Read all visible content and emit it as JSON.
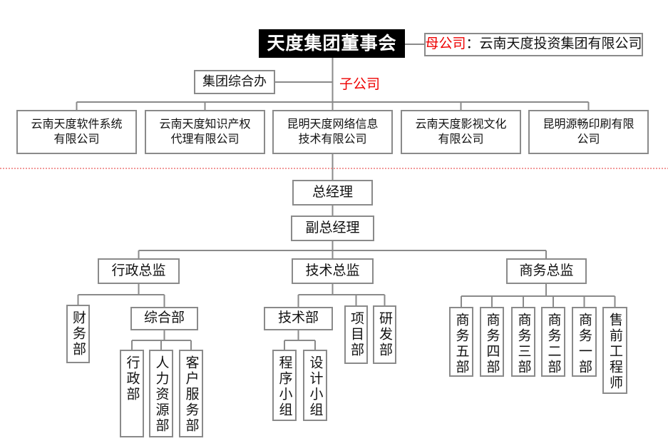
{
  "colors": {
    "accent_red": "#ee0000",
    "dotted_line_red": "#f29999",
    "connector_gray": "#8a8a8a",
    "board_box_bg": "#000000"
  },
  "board": {
    "label": "天度集团董事会"
  },
  "parent_company": {
    "prefix": "母公司",
    "rest": "：云南天度投资集团有限公司"
  },
  "group_office": {
    "label": "集团综合办"
  },
  "subsidiary_label": "子公司",
  "subsidiaries": [
    {
      "line1": "云南天度软件系统",
      "line2": "有限公司"
    },
    {
      "line1": "云南天度知识产权",
      "line2": "代理有限公司"
    },
    {
      "line1": "昆明天度网络信息",
      "line2": "技术有限公司"
    },
    {
      "line1": "云南天度影视文化",
      "line2": "有限公司"
    },
    {
      "line1": "昆明源畅印刷有限",
      "line2": "公司"
    }
  ],
  "management": {
    "general_manager": "总经理",
    "deputy_general_manager": "副总经理"
  },
  "directors": {
    "admin": "行政总监",
    "tech": "技术总监",
    "business": "商务总监"
  },
  "admin_branch": {
    "finance": "财务部",
    "general_affairs": "综合部",
    "administration": "行政部",
    "human_resources": "人力资源部",
    "customer_service": "客户服务部"
  },
  "tech_branch": {
    "tech_dept": "技术部",
    "project_dept": "项目部",
    "rnd_dept": "研发部",
    "programming_team": "程序小组",
    "design_team": "设计小组"
  },
  "business_branch": {
    "dept5": "商务五部",
    "dept4": "商务四部",
    "dept3": "商务三部",
    "dept2": "商务二部",
    "dept1": "商务一部",
    "presales_engineer": "售前工程师"
  }
}
